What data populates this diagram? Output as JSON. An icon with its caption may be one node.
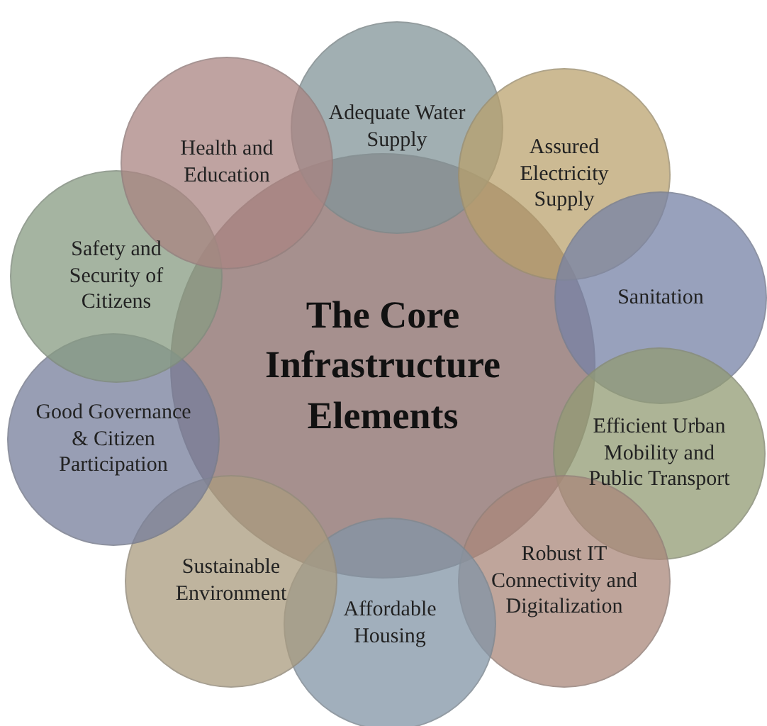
{
  "diagram": {
    "nodes": [
      {
        "text": [
          "The Core Infrastructure Elements"
        ]
      },
      {
        "text": [
          "Adequate Water Supply"
        ]
      },
      {
        "text": [
          "Assured Electricity Supply"
        ]
      },
      {
        "text": [
          "Sanitation"
        ]
      },
      {
        "text": [
          "Efficient Urban Mobility and Public Transport"
        ]
      },
      {
        "text": [
          "Robust IT Connectivity and Digitalization"
        ]
      },
      {
        "text": [
          "Affordable Housing"
        ]
      },
      {
        "text": [
          "Sustainable Environment"
        ]
      },
      {
        "text": [
          "Good Governance & Citizen Participation"
        ]
      },
      {
        "text": [
          "Safety and Security of Citizens"
        ]
      },
      {
        "text": [
          "Health and Education"
        ]
      }
    ]
  }
}
